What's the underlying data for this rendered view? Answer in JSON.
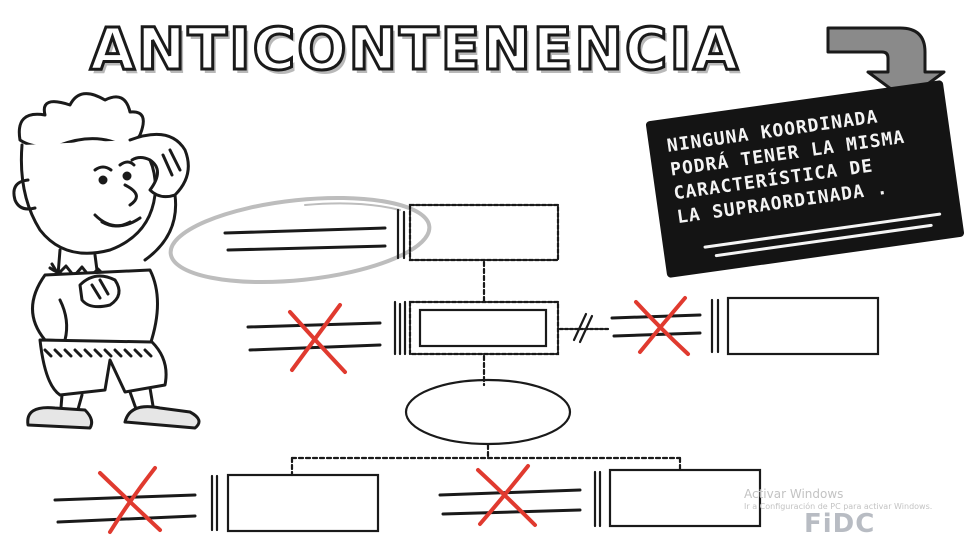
{
  "title": "ANTICONTENENCIA",
  "note": {
    "lines": [
      "NINGUNA KOORDINADA",
      "PODRÁ TENER LA MISMA",
      "CARACTERÍSTICA DE",
      "LA SUPRAORDINADA ."
    ]
  },
  "watermark": {
    "line1": "Activar Windows",
    "line2": "Ir a Configuración de PC para activar Windows.",
    "logo": "FiDC"
  },
  "colors": {
    "ink": "#1a1a1a",
    "cross": "#e03a2f",
    "card": "#141414",
    "highlight": "#bdbdbd"
  },
  "icons": [
    "curved-arrow-icon",
    "cartoon-boy-illustration",
    "red-cross-icon"
  ]
}
